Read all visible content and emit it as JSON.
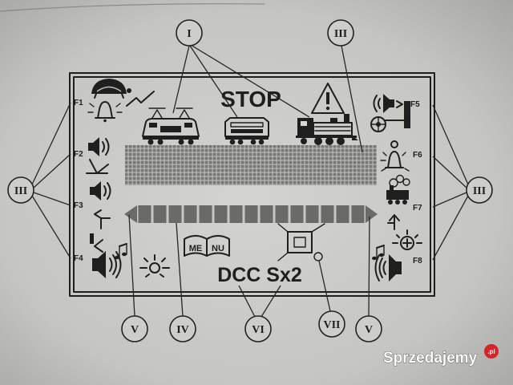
{
  "display": {
    "stop_label": "STOP",
    "protocol_label": "DCC Sx2",
    "menu_label_left": "ME",
    "menu_label_right": "NU"
  },
  "function_labels": [
    "F1",
    "F2",
    "F3",
    "F4",
    "F5",
    "F6",
    "F7",
    "F8"
  ],
  "callouts": {
    "top_left": "I",
    "top_right": "III",
    "left": "III",
    "right": "III",
    "bottom_1": "V",
    "bottom_2": "IV",
    "bottom_3": "VI",
    "bottom_4": "VII",
    "bottom_5": "V"
  },
  "icons": {
    "locomotives": [
      "electric-locomotive-icon",
      "diesel-locomotive-icon",
      "steam-locomotive-icon"
    ],
    "warning": "warning-triangle-icon",
    "menu": "menu-book-icon",
    "light": "light-bulb-icon",
    "programming": "crossed-box-icon",
    "left_functions": [
      "turtle-icon",
      "bell-icon",
      "speaker-icon",
      "speaker-icon",
      "arrow-icon",
      "speaker-music-icon"
    ],
    "right_functions": [
      "horn-icon",
      "wheel-icon",
      "bell-icon",
      "steam-smoke-icon",
      "arrow-icon",
      "light-plus-icon",
      "speaker-music-icon"
    ]
  },
  "watermark": {
    "brand": "Sprzedajemy",
    "suffix": ".pl"
  },
  "colors": {
    "paper": "#c9c9c5",
    "ink": "#1f1f1f",
    "matrix_cell": "#777773",
    "bar_segment": "#6a6a66",
    "watermark_dot": "#d8232a"
  }
}
